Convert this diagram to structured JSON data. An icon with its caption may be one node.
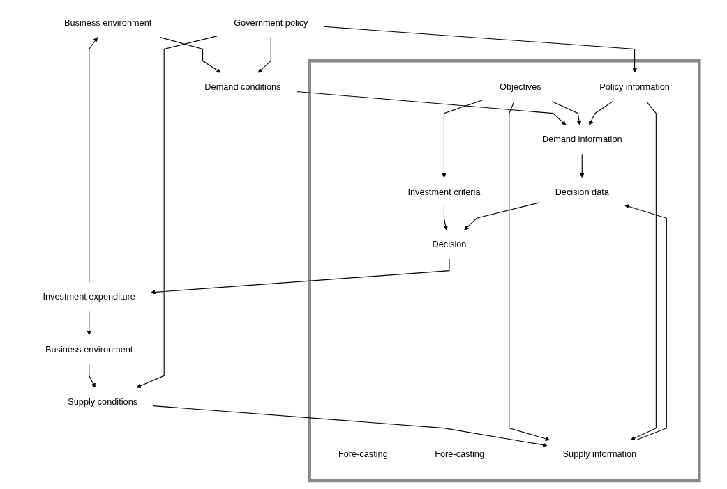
{
  "diagram": {
    "nodes": [
      {
        "text": [
          "Business environment"
        ]
      },
      {
        "text": [
          "Demand conditions"
        ]
      },
      {
        "text": [
          "Government policy"
        ]
      },
      {
        "text": [
          "Supply conditions"
        ]
      },
      {
        "text": [
          "Business environment"
        ]
      },
      {
        "text": [
          "Investment expenditure"
        ]
      },
      {
        "text": [],
        "shape": "box"
      },
      {
        "text": [
          "Fore-casting"
        ],
        "in": 6
      },
      {
        "text": [
          "Fore-casting"
        ],
        "in": 6
      },
      {
        "text": [
          "Objectives"
        ],
        "in": 6
      },
      {
        "text": [
          "Demand information"
        ],
        "in": 6
      },
      {
        "text": [
          "Investment criteria"
        ],
        "in": 6
      },
      {
        "text": [
          "Policy information"
        ],
        "in": 6
      },
      {
        "text": [
          "Decision data"
        ],
        "in": 6
      },
      {
        "text": [
          "Decision"
        ],
        "in": 6
      },
      {
        "text": [
          "Supply information"
        ],
        "in": 6
      }
    ],
    "edges": [
      {
        "from": 5,
        "to": 0,
        "arrow": "to"
      },
      {
        "from": 0,
        "to": 1,
        "arrow": "to"
      },
      {
        "from": 5,
        "to": 4,
        "arrow": "to"
      },
      {
        "from": 4,
        "to": 3,
        "arrow": "to"
      },
      {
        "from": 2,
        "to": 1,
        "arrow": "to"
      },
      {
        "from": 2,
        "to": 3,
        "arrow": "to"
      },
      {
        "from": 1,
        "to": 10,
        "arrow": "to"
      },
      {
        "from": 2,
        "to": 12,
        "arrow": "to"
      },
      {
        "from": 3,
        "to": 15,
        "arrow": "to"
      },
      {
        "from": 9,
        "to": 10,
        "arrow": "to"
      },
      {
        "from": 9,
        "to": 11,
        "arrow": "to"
      },
      {
        "from": 9,
        "to": 15,
        "arrow": "to"
      },
      {
        "from": 12,
        "to": 10,
        "arrow": "to"
      },
      {
        "from": 12,
        "to": 15,
        "arrow": "to"
      },
      {
        "from": 10,
        "to": 13,
        "arrow": "to"
      },
      {
        "from": 15,
        "to": 13,
        "arrow": "to"
      },
      {
        "from": 11,
        "to": 14,
        "arrow": "to"
      },
      {
        "from": 13,
        "to": 14,
        "arrow": "to"
      },
      {
        "from": 14,
        "to": 5,
        "arrow": "to"
      }
    ]
  }
}
